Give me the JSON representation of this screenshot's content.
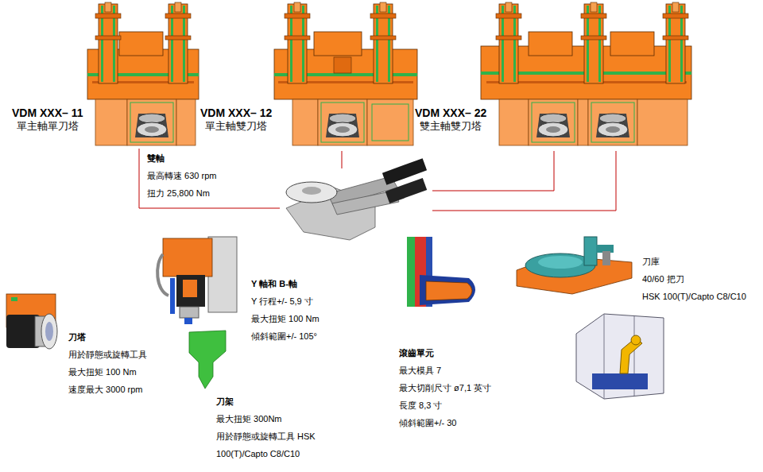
{
  "diagram": {
    "nodes": [
      {
        "text": [
          "VDM XXX– 11",
          "單主軸單刀塔"
        ]
      },
      {
        "text": [
          "VDM XXX– 12",
          "單主軸雙刀塔"
        ]
      },
      {
        "text": [
          "VDM XXX– 22",
          "雙主軸雙刀塔"
        ]
      },
      {
        "text": [
          "雙軸",
          "最高轉速 630 rpm",
          "扭力 25,800 Nm"
        ]
      },
      {
        "text": [
          "刀庫",
          "40/60 把刀",
          "HSK 100(T)/Capto C8/C10"
        ]
      },
      {
        "text": [
          "Y 軸和 B-軸",
          "Y 行程+/- 5,9 寸",
          "最大扭矩 100 Nm",
          "傾斜範圍+/- 105°"
        ]
      },
      {
        "text": [
          "刀塔",
          "用於靜態或旋轉工具",
          "最大扭矩 100 Nm",
          "速度最大 3000 rpm"
        ]
      },
      {
        "text": [
          "滾齒單元",
          "最大模具 7",
          "最大切削尺寸 ø7,1 英寸",
          "長度 8,3 寸",
          "傾斜範圍+/- 30"
        ]
      },
      {
        "text": [
          "刀架",
          "最大扭矩 300Nm",
          "用於靜態或旋轉工具 HSK 100(T)/Capto C8/C10"
        ]
      }
    ],
    "edges": [
      {
        "from": 0,
        "to": 3,
        "arrow": "none"
      },
      {
        "from": 1,
        "to": 3,
        "arrow": "none"
      },
      {
        "from": 2,
        "to": 3,
        "arrow": "none"
      },
      {
        "from": 2,
        "to": 3,
        "arrow": "none"
      }
    ]
  }
}
